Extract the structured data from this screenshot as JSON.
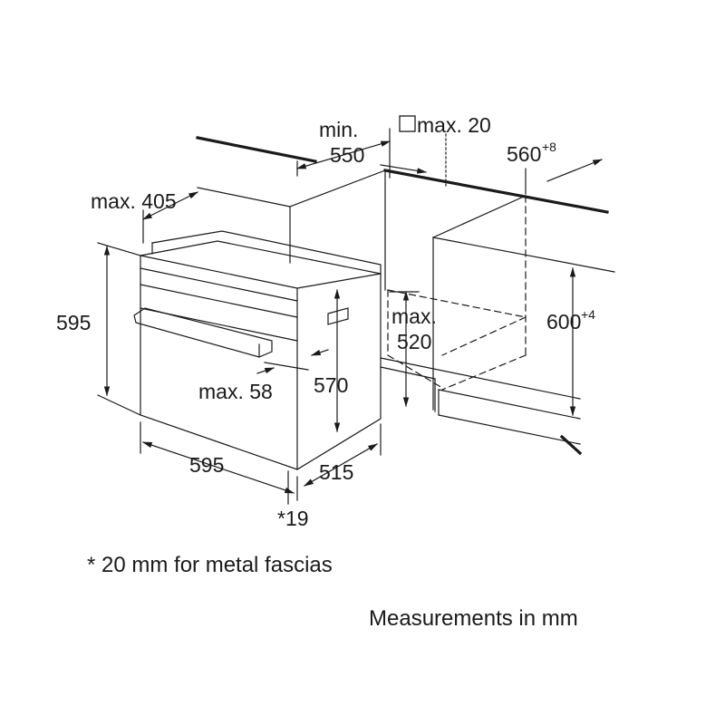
{
  "labels": {
    "min_550_top": "min.",
    "min_550_bottom": "550",
    "max_20": "max. 20",
    "w560": "560",
    "w560_sup": "+8",
    "max405": "max. 405",
    "h595": "595",
    "max520_top": "max.",
    "max520_bottom": "520",
    "h600": "600",
    "h600_sup": "+4",
    "max58": "max. 58",
    "h570": "570",
    "w595": "595",
    "d515": "515",
    "fascia": "*19"
  },
  "footnote": "* 20 mm for metal fascias",
  "units_note": "Measurements in mm",
  "icons": {
    "square": "square-icon"
  }
}
